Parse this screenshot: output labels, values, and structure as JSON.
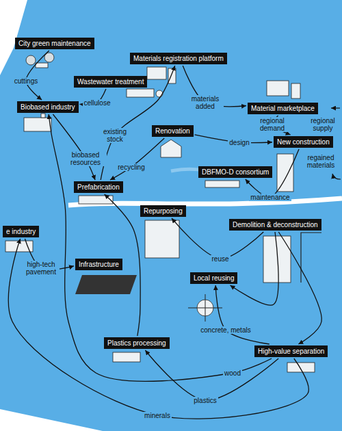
{
  "diagram": {
    "nodes": [
      {
        "text": [
          "City green maintenance"
        ]
      },
      {
        "text": [
          "Materials registration platform"
        ]
      },
      {
        "text": [
          "Wastewater treatment"
        ]
      },
      {
        "text": [
          "Material marketplace"
        ]
      },
      {
        "text": [
          "Biobased industry"
        ]
      },
      {
        "text": [
          "Renovation"
        ]
      },
      {
        "text": [
          "New construction"
        ]
      },
      {
        "text": [
          "DBFMO-D consortium"
        ]
      },
      {
        "text": [
          "Prefabrication"
        ]
      },
      {
        "text": [
          "Repurposing"
        ]
      },
      {
        "text": [
          "Demolition & deconstruction"
        ]
      },
      {
        "text": [
          "e industry"
        ]
      },
      {
        "text": [
          "Infrastructure"
        ]
      },
      {
        "text": [
          "Local reusing"
        ]
      },
      {
        "text": [
          "Plastics processing"
        ]
      },
      {
        "text": [
          "High-value separation"
        ]
      }
    ],
    "edges": [
      {
        "from": 0,
        "to": 4,
        "label": "cuttings",
        "arrow": "to"
      },
      {
        "from": 2,
        "to": 4,
        "label": "cellulose",
        "arrow": "to"
      },
      {
        "from": 4,
        "to": 8,
        "label": "biobased resources",
        "arrow": "to"
      },
      {
        "from": 8,
        "to": 1,
        "label": "existing stock",
        "arrow": "to"
      },
      {
        "from": 1,
        "to": 3,
        "label": "materials added",
        "arrow": "to"
      },
      {
        "from": 3,
        "to": 6,
        "label": "regional demand",
        "arrow": "to"
      },
      {
        "from": 5,
        "to": 6,
        "label": "design",
        "arrow": "to"
      },
      {
        "from": 6,
        "to": 7,
        "label": "maintenance",
        "arrow": "to"
      },
      {
        "from": 5,
        "to": 8,
        "label": "recycling",
        "arrow": "to"
      },
      {
        "from": 10,
        "to": 9,
        "label": "reuse",
        "arrow": "to"
      },
      {
        "from": 10,
        "to": 13,
        "arrow": "to"
      },
      {
        "from": 10,
        "to": 15,
        "arrow": "to"
      },
      {
        "from": 15,
        "to": 13,
        "label": "concrete, metals",
        "arrow": "to"
      },
      {
        "from": 15,
        "to": 4,
        "label": "wood",
        "arrow": "to"
      },
      {
        "from": 15,
        "to": 14,
        "label": "plastics",
        "arrow": "to"
      },
      {
        "from": 15,
        "to": 11,
        "label": "minerals",
        "arrow": "to"
      },
      {
        "from": 11,
        "to": 12,
        "label": "high-tech pavement",
        "arrow": "to"
      },
      {
        "from": 14,
        "to": 8,
        "arrow": "to"
      }
    ],
    "labels": [
      "regional supply",
      "regained materials"
    ]
  }
}
